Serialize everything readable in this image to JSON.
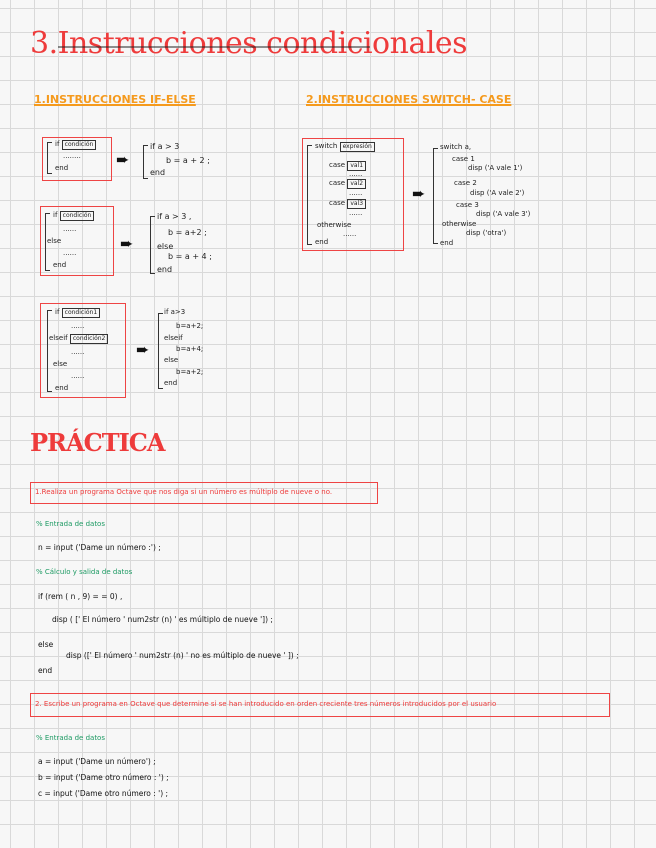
{
  "title": "3.Instrucciones condicionales",
  "sections": {
    "if_else": "1.INSTRUCCIONES IF-ELSE",
    "switch": "2.INSTRUCCIONES SWITCH- CASE"
  },
  "if_else_examples": {
    "ex1": {
      "left": [
        "if",
        "condición",
        "........",
        "end"
      ],
      "right": [
        "if  a > 3",
        "b = a + 2 ;",
        "end"
      ]
    },
    "ex2": {
      "left": [
        "if",
        "condición",
        "......",
        "else",
        "......",
        "end"
      ],
      "right": [
        "if  a > 3 ,",
        "b = a+2 ;",
        "else",
        "b = a + 4 ;",
        "end"
      ]
    },
    "ex3": {
      "left": [
        "if",
        "condición1",
        "......",
        "elseif",
        "condición2",
        "......",
        "else",
        "......",
        "end"
      ],
      "right": [
        "if  a>3",
        "b=a+2;",
        "elseif",
        "b=a+4;",
        "else",
        "b=a+2;",
        "end"
      ]
    }
  },
  "switch_example": {
    "left": [
      "switch",
      "expresión",
      "case",
      "val1",
      "......",
      "case",
      "val2",
      "......",
      "case",
      "val3",
      "......",
      "otherwise",
      "......",
      "end"
    ],
    "right": [
      "switch a,",
      "case 1",
      "disp ('A vale 1')",
      "case 2",
      "disp ('A vale 2')",
      "case 3",
      "disp ('A vale 3')",
      "otherwise",
      "disp ('otra')",
      "end"
    ]
  },
  "practice": {
    "title": "PRÁCTICA",
    "exercise1": "1.Realiza un programa  Octave  que nos diga  si  un número  es múltiplo de  nueve o no.",
    "ex1_code": [
      {
        "type": "comment",
        "text": "% Entrada de datos"
      },
      {
        "type": "code",
        "text": "n = input  ('Dame un número  :') ;"
      },
      {
        "type": "comment",
        "text": "% Cálculo  y  salida de  datos"
      },
      {
        "type": "code",
        "text": "if (rem ( n , 9) = = 0) ,"
      },
      {
        "type": "code",
        "text": "disp ( [' El  número ' num2str (n)   ' es múltiplo de  nueve ']) ;"
      },
      {
        "type": "code",
        "text": "else"
      },
      {
        "type": "code",
        "text": "disp ([' El número ' num2str (n)   ' no  es múltiplo de  nueve ' ]) ;"
      },
      {
        "type": "code",
        "text": "end"
      }
    ],
    "exercise2": "2. Escribe un programa en Octave  que determine  si se han introducido  en orden creciente   tres números   introducidos    por el usuario",
    "ex2_code": [
      {
        "type": "comment",
        "text": "% Entrada de datos"
      },
      {
        "type": "code",
        "text": "a = input  ('Dame un número') ;"
      },
      {
        "type": "code",
        "text": "b = input  ('Dame otro número : ') ;"
      },
      {
        "type": "code",
        "text": "c = input  ('Dame otro número : ') ;"
      }
    ]
  },
  "colors": {
    "title_red": "#ee3b3b",
    "section_orange": "#f59a1d",
    "comment_green": "#1d9a63",
    "grid": "#d9d9d9"
  }
}
